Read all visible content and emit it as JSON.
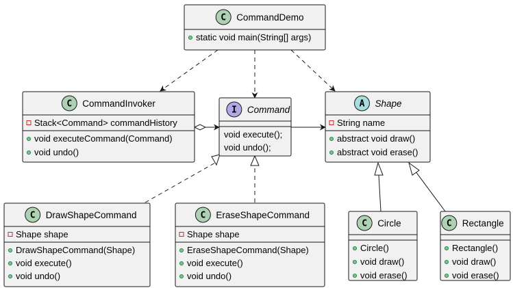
{
  "classes": {
    "command_demo": {
      "kind": "class",
      "name": "CommandDemo",
      "fields": [],
      "methods": [
        {
          "visibility": "public",
          "text": "static void main(String[] args)"
        }
      ]
    },
    "command_invoker": {
      "kind": "class",
      "name": "CommandInvoker",
      "fields": [
        {
          "visibility": "private",
          "text": "Stack<Command> commandHistory"
        }
      ],
      "methods": [
        {
          "visibility": "public",
          "text": "void executeCommand(Command)"
        },
        {
          "visibility": "public",
          "text": "void undo()"
        }
      ]
    },
    "command": {
      "kind": "interface",
      "name": "Command",
      "fields": [],
      "methods": [
        {
          "visibility": "none",
          "text": "void execute();"
        },
        {
          "visibility": "none",
          "text": "void undo();"
        }
      ]
    },
    "shape": {
      "kind": "abstract",
      "name": "Shape",
      "fields": [
        {
          "visibility": "private",
          "text": "String name"
        }
      ],
      "methods": [
        {
          "visibility": "public",
          "text": "abstract void draw()"
        },
        {
          "visibility": "public",
          "text": "abstract void erase()"
        }
      ]
    },
    "draw_shape_command": {
      "kind": "class",
      "name": "DrawShapeCommand",
      "fields": [
        {
          "visibility": "private",
          "text": "Shape shape"
        }
      ],
      "methods": [
        {
          "visibility": "public",
          "text": "DrawShapeCommand(Shape)"
        },
        {
          "visibility": "public",
          "text": "void execute()"
        },
        {
          "visibility": "public",
          "text": "void undo()"
        }
      ]
    },
    "erase_shape_command": {
      "kind": "class",
      "name": "EraseShapeCommand",
      "fields": [
        {
          "visibility": "private",
          "text": "Shape shape"
        }
      ],
      "methods": [
        {
          "visibility": "public",
          "text": "EraseShapeCommand(Shape)"
        },
        {
          "visibility": "public",
          "text": "void execute()"
        },
        {
          "visibility": "public",
          "text": "void undo()"
        }
      ]
    },
    "circle": {
      "kind": "class",
      "name": "Circle",
      "fields": [],
      "methods": [
        {
          "visibility": "public",
          "text": "Circle()"
        },
        {
          "visibility": "public",
          "text": "void draw()"
        },
        {
          "visibility": "public",
          "text": "void erase()"
        }
      ]
    },
    "rectangle": {
      "kind": "class",
      "name": "Rectangle",
      "fields": [],
      "methods": [
        {
          "visibility": "public",
          "text": "Rectangle()"
        },
        {
          "visibility": "public",
          "text": "void draw()"
        },
        {
          "visibility": "public",
          "text": "void erase()"
        }
      ]
    }
  },
  "relations": [
    {
      "from": "CommandDemo",
      "to": "CommandInvoker",
      "type": "dependency"
    },
    {
      "from": "CommandDemo",
      "to": "Command",
      "type": "dependency"
    },
    {
      "from": "CommandDemo",
      "to": "Shape",
      "type": "dependency"
    },
    {
      "from": "CommandInvoker",
      "to": "Command",
      "type": "aggregation"
    },
    {
      "from": "Command",
      "to": "Shape",
      "type": "association"
    },
    {
      "from": "DrawShapeCommand",
      "to": "Command",
      "type": "realization"
    },
    {
      "from": "EraseShapeCommand",
      "to": "Command",
      "type": "realization"
    },
    {
      "from": "Circle",
      "to": "Shape",
      "type": "generalization"
    },
    {
      "from": "Rectangle",
      "to": "Shape",
      "type": "generalization"
    }
  ],
  "stereotype_letters": {
    "class": "C",
    "interface": "I",
    "abstract": "A"
  },
  "colors": {
    "class_badge": "#add1b2",
    "interface_badge": "#b4a7e5",
    "abstract_badge": "#a9dcdf",
    "box_fill": "#f1f1f1",
    "line": "#181818",
    "public_dot": "#84be84",
    "private_square": "#c82930"
  }
}
